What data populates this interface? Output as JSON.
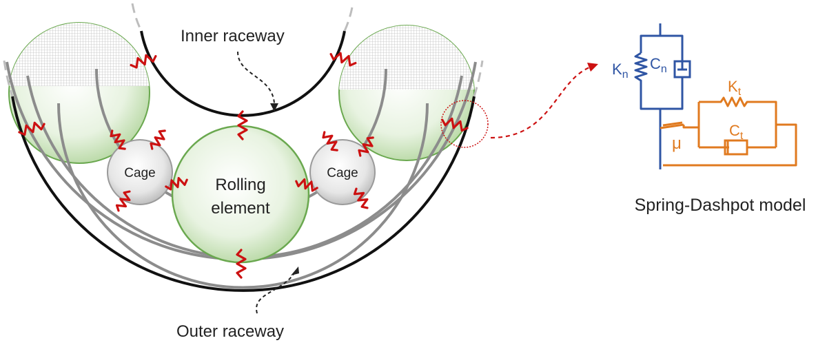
{
  "labels": {
    "inner_raceway": "Inner raceway",
    "outer_raceway": "Outer raceway",
    "cage_left": "Cage",
    "cage_right": "Cage",
    "rolling_line1": "Rolling",
    "rolling_line2": "element",
    "model_title": "Spring-Dashpot model"
  },
  "symbols": {
    "kn": "K",
    "kn_sub": "n",
    "cn": "C",
    "cn_sub": "n",
    "kt": "K",
    "kt_sub": "t",
    "ct": "C",
    "ct_sub": "t",
    "mu": "μ"
  },
  "colors": {
    "spring_contact": "#cc1111",
    "normal_model": "#2f55a4",
    "tangential_model": "#e07a1f",
    "rolling_fill": "#dfeed6",
    "rolling_stroke": "#6aa84f",
    "cage_fill": "#dcdcdc",
    "raceway": "#111111",
    "cage_ring": "#888888",
    "connector": "#cc1111"
  }
}
